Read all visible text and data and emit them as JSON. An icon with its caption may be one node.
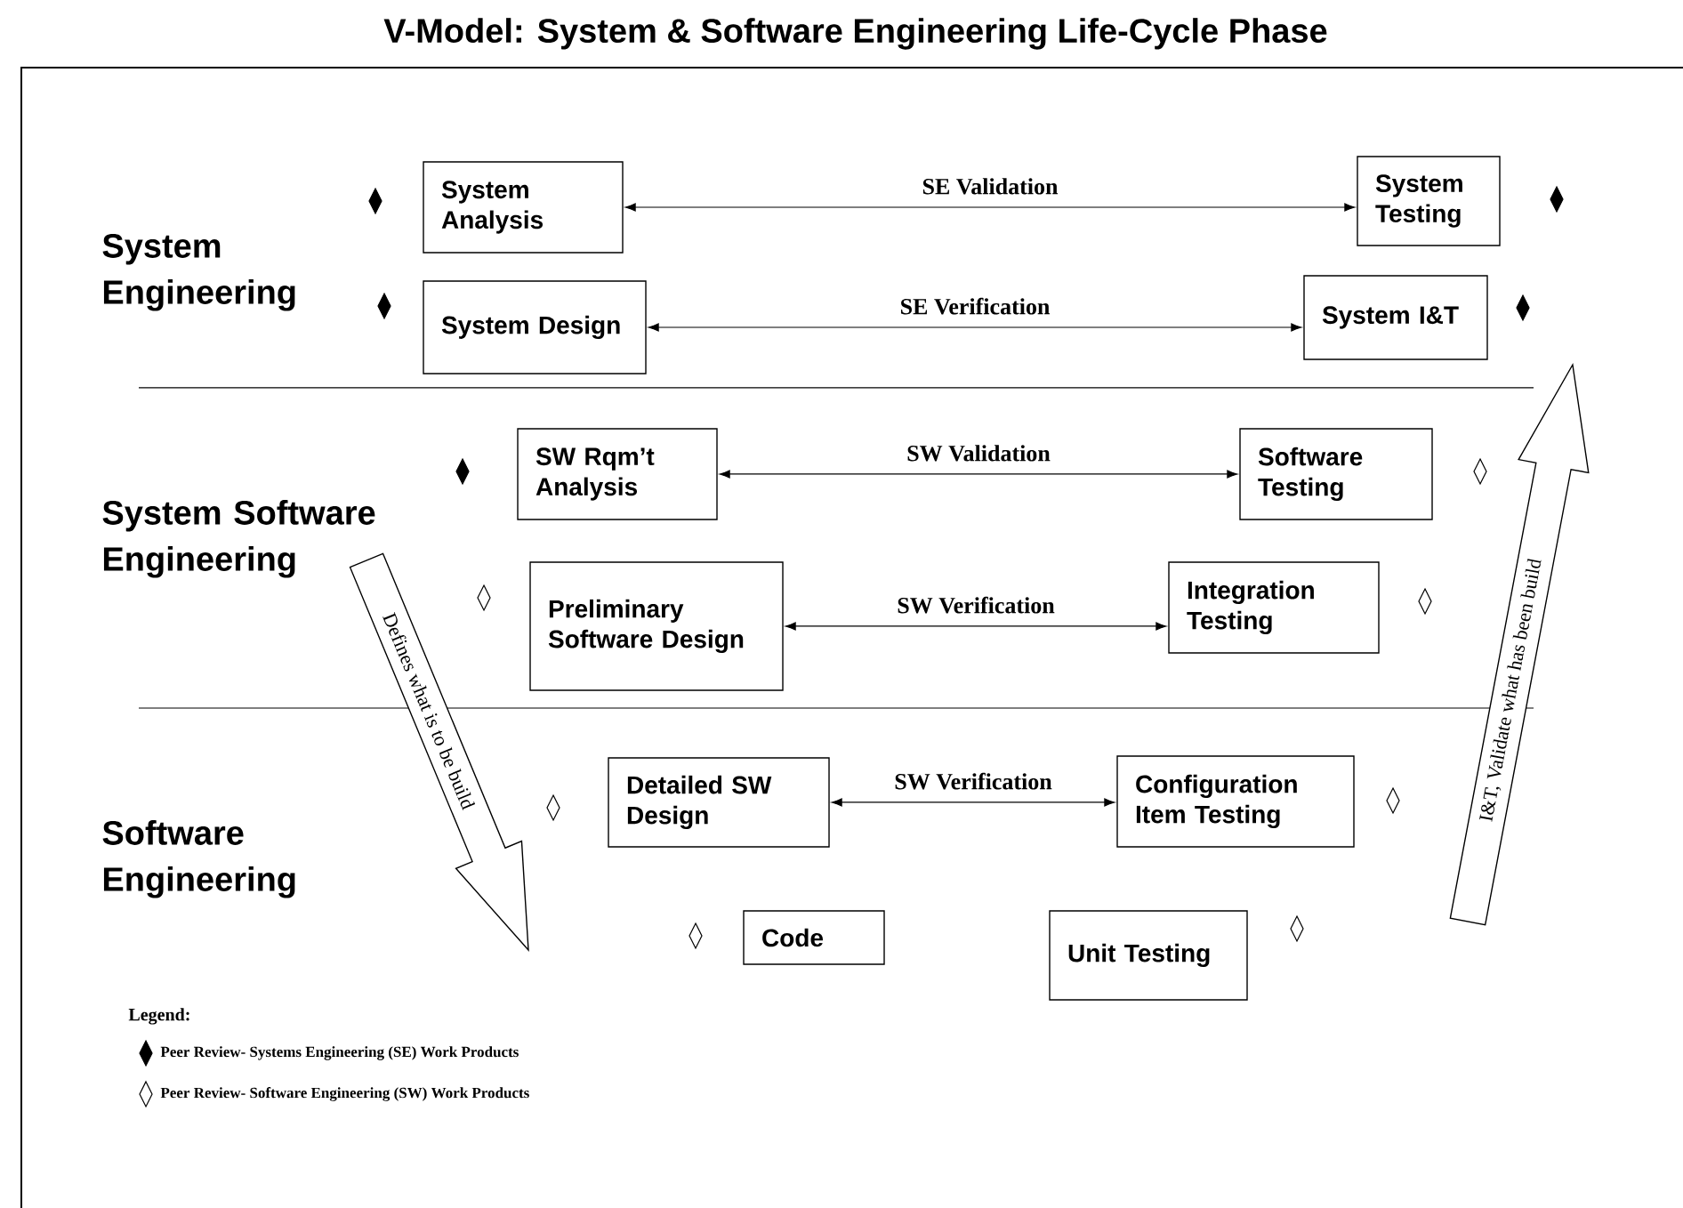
{
  "diagram": {
    "title": "V-Model:  System & Software Engineering Life-Cycle Phase",
    "nodes": [
      {
        "text": [
          "System Analysis"
        ]
      },
      {
        "text": [
          "System Testing"
        ]
      },
      {
        "text": [
          "System Design"
        ]
      },
      {
        "text": [
          "System I&T"
        ]
      },
      {
        "text": [
          "SW Rqm’t Analysis"
        ]
      },
      {
        "text": [
          "Software Testing"
        ]
      },
      {
        "text": [
          "Preliminary Software Design"
        ]
      },
      {
        "text": [
          "Integration Testing"
        ]
      },
      {
        "text": [
          "Detailed SW Design"
        ]
      },
      {
        "text": [
          "Configuration Item Testing"
        ]
      },
      {
        "text": [
          "Code"
        ]
      },
      {
        "text": [
          "Unit Testing"
        ]
      }
    ],
    "edges": [
      {
        "from": 0,
        "to": 1,
        "arrow": "both",
        "label": "SE Validation"
      },
      {
        "from": 2,
        "to": 3,
        "arrow": "both",
        "label": "SE Verification"
      },
      {
        "from": 4,
        "to": 5,
        "arrow": "both",
        "label": "SW Validation"
      },
      {
        "from": 6,
        "to": 7,
        "arrow": "both",
        "label": "SW Verification"
      },
      {
        "from": 8,
        "to": 9,
        "arrow": "both",
        "label": "SW Verification"
      }
    ],
    "labels": [
      "System Engineering",
      "System Software Engineering",
      "Defines what is to be build",
      "I&T, Validate what has been build",
      "Software Engineering",
      "Legend:"
    ],
    "legend": [
      {
        "text": "Peer Review- Systems Engineering (SE) Work Products"
      },
      {
        "text": "Peer Review- Software Engineering (SW) Work Products"
      }
    ]
  }
}
